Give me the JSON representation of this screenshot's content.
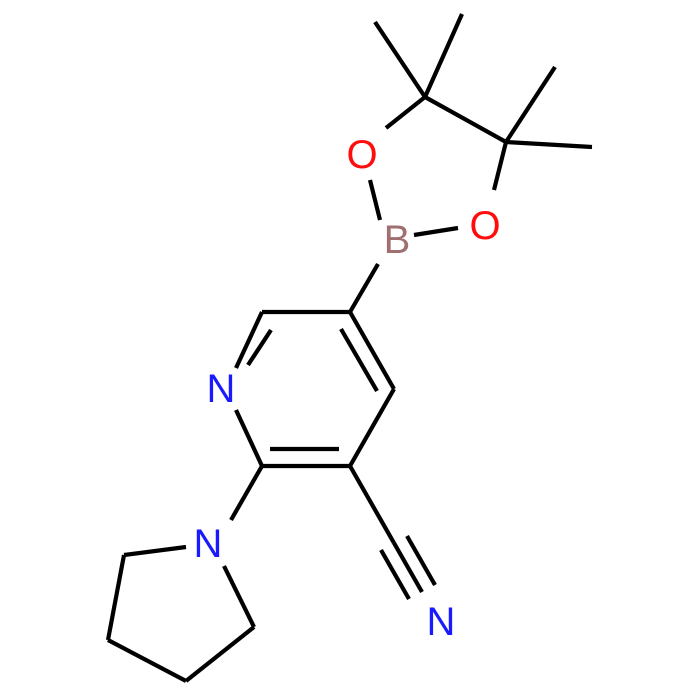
{
  "molecule": {
    "atoms": [
      {
        "id": "N1",
        "label": "N",
        "color": "#1a1aff"
      },
      {
        "id": "N2",
        "label": "N",
        "color": "#1a1aff"
      },
      {
        "id": "N3",
        "label": "N",
        "color": "#1a1aff"
      },
      {
        "id": "O1",
        "label": "O",
        "color": "#ff0d0d"
      },
      {
        "id": "O2",
        "label": "O",
        "color": "#ff0d0d"
      },
      {
        "id": "B1",
        "label": "B",
        "color": "#a07070"
      }
    ]
  },
  "colors": {
    "bond": "#000000",
    "nitrogen": "#1a1aff",
    "oxygen": "#ff0d0d",
    "boron": "#a07070",
    "background": "#ffffff"
  }
}
